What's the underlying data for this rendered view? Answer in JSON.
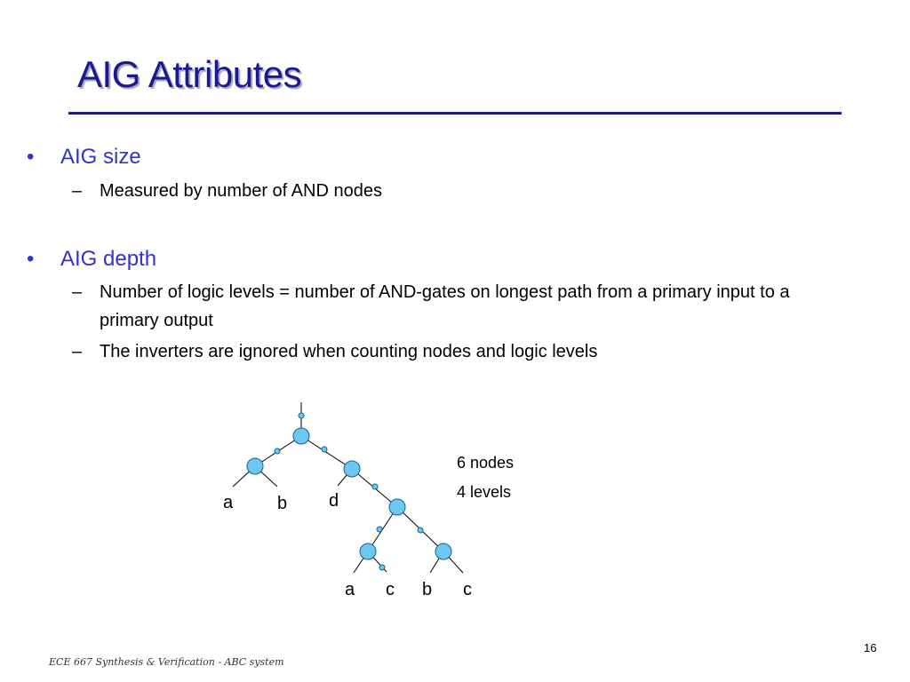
{
  "slide": {
    "title": "AIG Attributes",
    "bullets": [
      {
        "text": "AIG size",
        "subs": [
          "Measured by number of AND nodes"
        ]
      },
      {
        "text": "AIG depth",
        "subs": [
          "Number of logic levels = number of AND-gates on longest path from a primary input to a primary output",
          "The inverters are ignored when counting nodes and logic levels"
        ]
      }
    ],
    "bullet_marker": "•",
    "sub_marker": "–"
  },
  "diagram": {
    "stats": {
      "nodes": "6 nodes",
      "levels": "4 levels"
    },
    "leaf_labels": {
      "left_a": "a",
      "left_b": "b",
      "mid_d": "d",
      "bottom_a": "a",
      "bottom_c1": "c",
      "bottom_b": "b",
      "bottom_c2": "c"
    },
    "colors": {
      "node_fill": "#6cc8f0",
      "node_stroke": "#1d5f8c",
      "edge": "#000000"
    }
  },
  "footer": {
    "course": "ECE 667 Synthesis & Verification - ABC system",
    "page": "16"
  }
}
